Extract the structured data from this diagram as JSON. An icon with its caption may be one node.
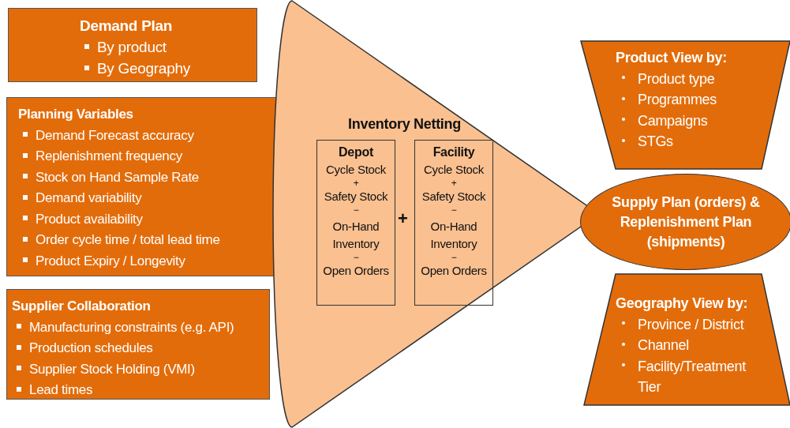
{
  "diagram": {
    "nodes": [
      {
        "text": [
          "Demand Plan",
          "By product",
          "By Geography"
        ]
      },
      {
        "text": [
          "Planning Variables",
          "Demand Forecast accuracy",
          "Replenishment frequency",
          "Stock on Hand Sample Rate",
          "Demand variability",
          "Product availability",
          "Order cycle time / total lead time",
          "Product Expiry / Longevity"
        ]
      },
      {
        "text": [
          "Supplier Collaboration",
          "Manufacturing constraints (e.g. API)",
          "Production schedules",
          "Supplier Stock Holding (VMI)",
          "Lead times"
        ]
      },
      {
        "text": [
          "Inventory Netting"
        ]
      },
      {
        "text": [
          "Depot",
          "Cycle Stock",
          "+",
          "Safety Stock",
          "−",
          "On-Hand Inventory",
          "−",
          "Open Orders"
        ],
        "in": 3
      },
      {
        "text": [
          "Facility",
          "Cycle Stock",
          "+",
          "Safety Stock",
          "−",
          "On-Hand Inventory",
          "−",
          "Open Orders"
        ],
        "in": 3
      },
      {
        "text": [
          "Product View by:",
          "Product type",
          "Programmes",
          "Campaigns",
          "STGs"
        ]
      },
      {
        "text": [
          "Supply Plan (orders) & Replenishment Plan (shipments)"
        ]
      },
      {
        "text": [
          "Geography View by:",
          "Province / District",
          "Channel",
          "Facility/Treatment Tier"
        ]
      }
    ],
    "edges": [],
    "labels": [
      "+"
    ]
  }
}
